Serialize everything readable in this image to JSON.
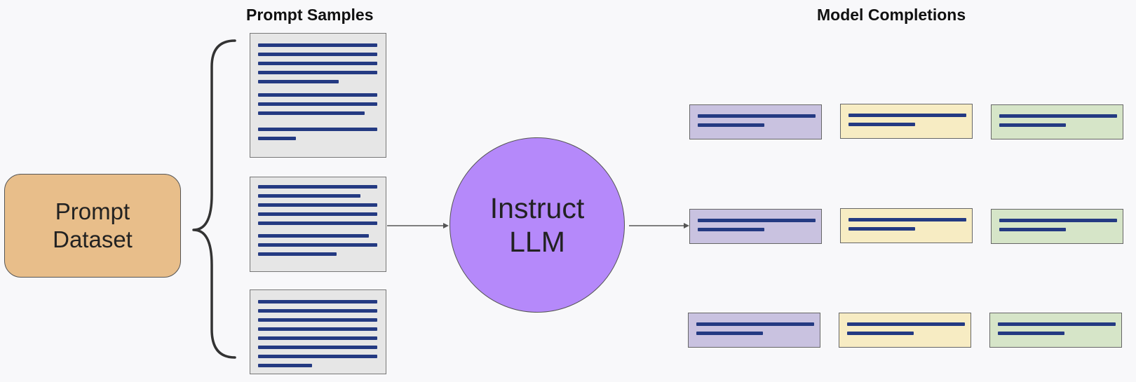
{
  "headings": {
    "prompt_samples": "Prompt Samples",
    "model_completions": "Model Completions"
  },
  "dataset": {
    "label": "Prompt\nDataset",
    "color": "#e8be8a"
  },
  "llm": {
    "label": "Instruct\nLLM",
    "color": "#b589fa"
  },
  "colors": {
    "text_line": "#243a82",
    "prompt_card": "#e6e6e6",
    "completion_purple": "#c9c2e0",
    "completion_yellow": "#f7ecc3",
    "completion_green": "#d6e5c8",
    "arrow": "#555555"
  },
  "icons": [
    "curly-brace-icon",
    "arrow-right-icon"
  ]
}
